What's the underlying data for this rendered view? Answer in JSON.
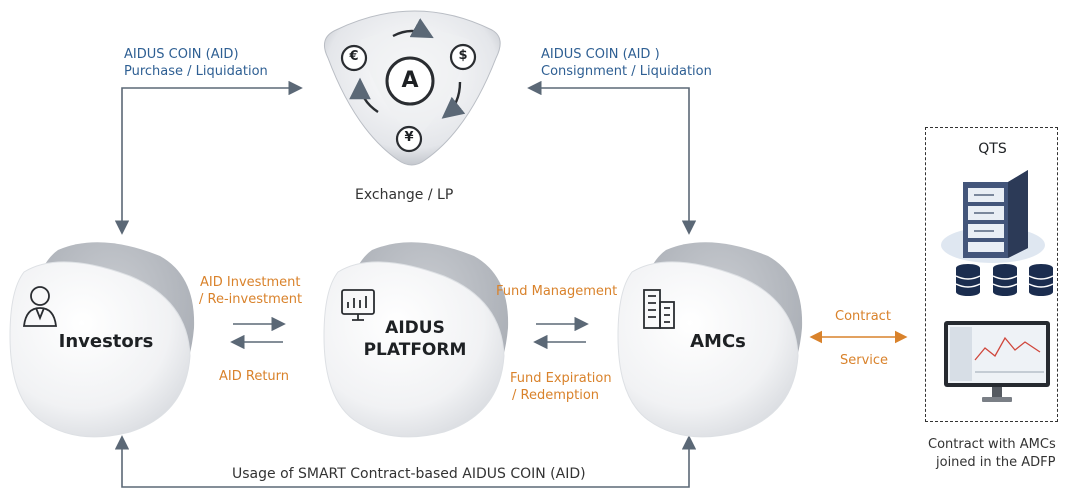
{
  "exchange": {
    "label": "Exchange / LP",
    "center_letter": "A",
    "currency_symbols": [
      "€",
      "$",
      "¥"
    ]
  },
  "left_top_label": {
    "line1": "AIDUS COIN (AID)",
    "line2": "Purchase / Liquidation"
  },
  "right_top_label": {
    "line1": "AIDUS COIN (AID )",
    "line2": "Consignment / Liquidation"
  },
  "investors": {
    "title": "Investors",
    "icon": "investor-icon"
  },
  "platform": {
    "line1": "AIDUS",
    "line2": "PLATFORM",
    "icon": "platform-monitor-icon"
  },
  "amcs": {
    "title": "AMCs",
    "icon": "building-icon"
  },
  "flow_investors_platform": {
    "top1": "AID Investment",
    "top2": "/ Re-investment",
    "bottom": "AID Return"
  },
  "flow_platform_amcs": {
    "top": "Fund Management",
    "bottom1": "Fund Expiration",
    "bottom2": "/ Redemption"
  },
  "flow_amcs_qts": {
    "top": "Contract",
    "bottom": "Service"
  },
  "qts": {
    "title": "QTS",
    "caption_line1": "Contract with AMCs",
    "caption_line2": "joined in the ADFP"
  },
  "bottom_label": "Usage of SMART Contract-based AIDUS COIN (AID)",
  "colors": {
    "blue": "#2e5f93",
    "orange": "#d9822b",
    "arrow": "#5b6876",
    "dark": "#1e2124"
  }
}
